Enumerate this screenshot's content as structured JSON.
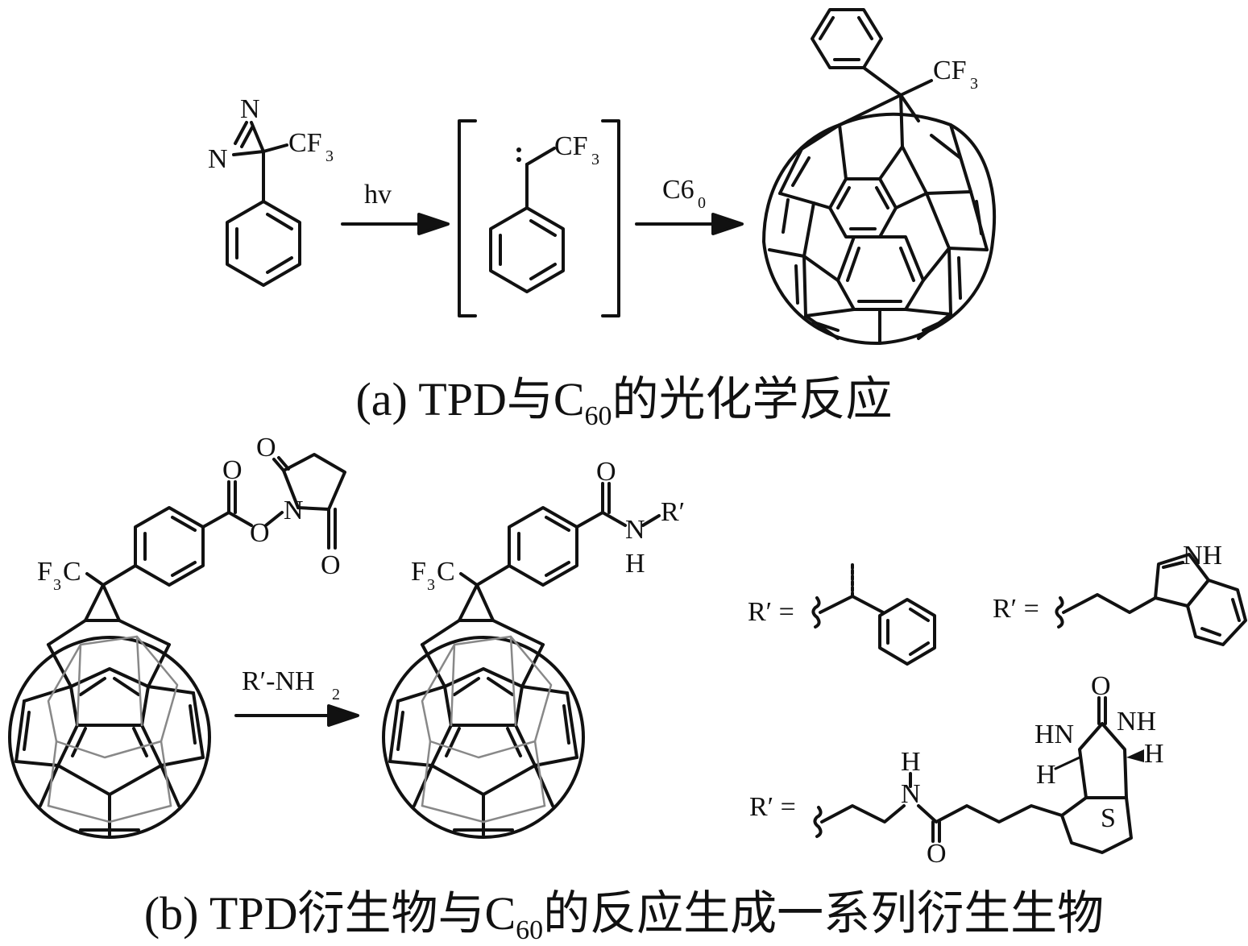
{
  "reaction_a": {
    "diazirine_n_top": "N",
    "diazirine_n_left": "N",
    "group_cf": "CF",
    "subscript_3": "3",
    "arrow1_label": "hv",
    "arrow2_label": "C6",
    "arrow2_sub": "0",
    "caption_pre": "(a) TPD与C",
    "caption_sub": "60",
    "caption_post": "的光化学反应"
  },
  "reaction_b": {
    "f3c_f": "F",
    "f3c_sub": "3",
    "f3c_c": "C",
    "oxygen": "O",
    "nitrogen": "N",
    "nh_n": "N",
    "nh_h": "H",
    "r_prime": "R′",
    "arrow_label": "R′-NH",
    "arrow_sub": "2",
    "r_equals": "R′ =",
    "nh": "NH",
    "hn": "HN",
    "h": "H",
    "s": "S",
    "caption_pre": "(b) TPD衍生物与C",
    "caption_sub": "60",
    "caption_post": "的反应生成一系列衍生生物"
  },
  "colors": {
    "ink": "#111111",
    "gray_bond": "#888888"
  }
}
